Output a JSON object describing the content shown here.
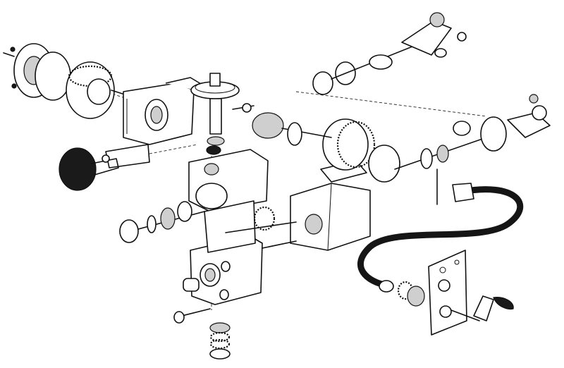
{
  "figure": {
    "kind": "exploded assembly drawing",
    "colors": {
      "ink": "#111111",
      "paper": "#ffffff",
      "hose": "#151515",
      "knob": "#1a1a1a"
    }
  },
  "parts": [
    {
      "id": "dividing-head",
      "icon": "dividing-head-icon"
    },
    {
      "id": "bevel-gear",
      "icon": "bevel-gear-icon"
    },
    {
      "id": "gearbox-housing-upper",
      "icon": "housing-icon"
    },
    {
      "id": "lubricator-cup",
      "icon": "oil-cup-icon"
    },
    {
      "id": "black-handle-knob",
      "icon": "knob-icon"
    },
    {
      "id": "main-column-housing",
      "icon": "housing-icon"
    },
    {
      "id": "central-gearbox",
      "icon": "housing-icon"
    },
    {
      "id": "flexible-drive-hose",
      "icon": "hose-icon"
    },
    {
      "id": "crank-bracket",
      "icon": "crank-icon"
    },
    {
      "id": "linkage-arm",
      "icon": "linkage-icon"
    },
    {
      "id": "pressure-gauge",
      "icon": "gauge-icon"
    },
    {
      "id": "spring-pack",
      "icon": "spring-icon"
    }
  ]
}
